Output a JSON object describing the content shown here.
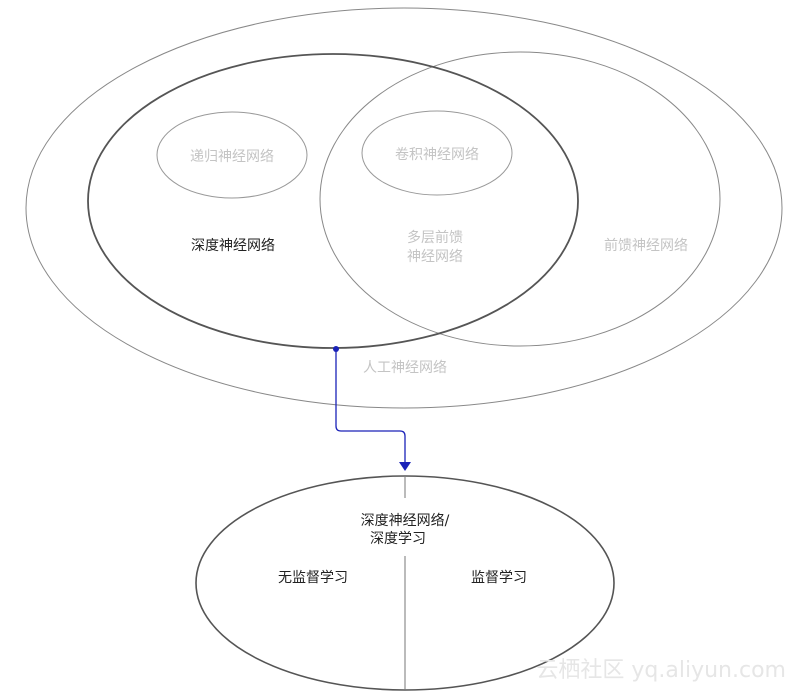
{
  "labels": {
    "rnn": "递归神经网络",
    "cnn": "卷积神经网络",
    "dnn": "深度神经网络",
    "mlp_line1": "多层前馈",
    "mlp_line2": "神经网络",
    "ffnn": "前馈神经网络",
    "ann": "人工神经网络",
    "dl_line1": "深度神经网络/",
    "dl_line2": "深度学习",
    "unsupervised": "无监督学习",
    "supervised": "监督学习"
  },
  "watermark": "云栖社区 yq.aliyun.com",
  "colors": {
    "connector": "#1a22b8",
    "outline": "#555555",
    "faint_text": "#c4c4c4"
  }
}
